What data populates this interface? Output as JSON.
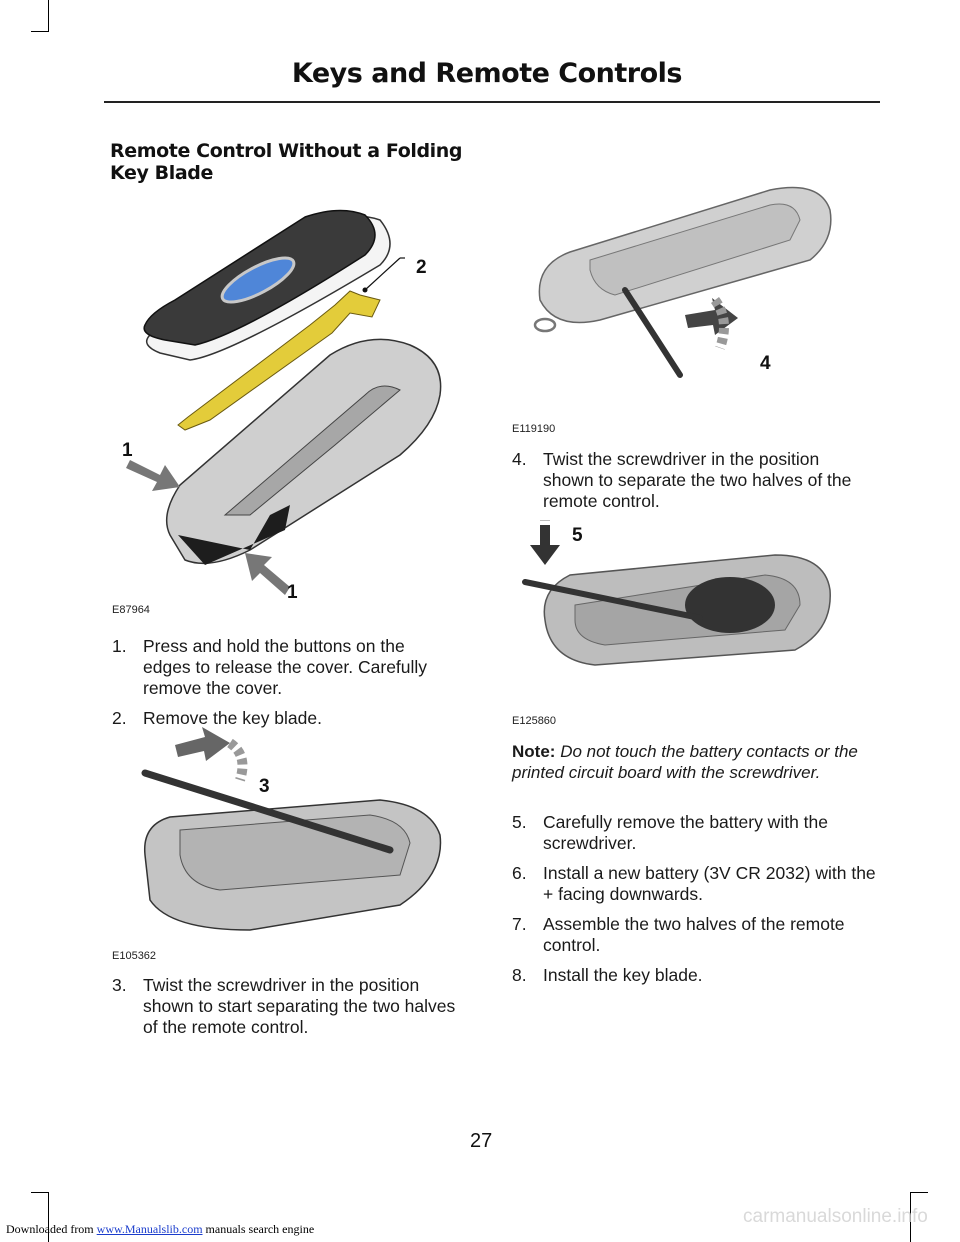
{
  "header": {
    "title": "Keys and Remote Controls"
  },
  "section": {
    "title": "Remote Control Without a Folding Key Blade"
  },
  "figures": {
    "fig1": {
      "code": "E87964",
      "callouts": [
        "2",
        "1",
        "1"
      ]
    },
    "fig2": {
      "code": "E105362",
      "callout": "3"
    },
    "fig3": {
      "code": "E119190",
      "callout": "4"
    },
    "fig4": {
      "code": "E125860",
      "callout": "5"
    }
  },
  "steps": [
    {
      "num": "1.",
      "text": "Press and hold the buttons on the edges to release the cover. Carefully remove the cover."
    },
    {
      "num": "2.",
      "text": "Remove the key blade."
    },
    {
      "num": "3.",
      "text": "Twist the screwdriver in the position shown to start separating the two halves of the remote control."
    },
    {
      "num": "4.",
      "text": "Twist the screwdriver in the position shown to separate the two halves of the remote control."
    },
    {
      "num": "5.",
      "text": "Carefully remove the battery with the screwdriver."
    },
    {
      "num": "6.",
      "text": "Install a new battery (3V CR 2032) with the + facing downwards."
    },
    {
      "num": "7.",
      "text": "Assemble the two halves of the remote control."
    },
    {
      "num": "8.",
      "text": "Install the key blade."
    }
  ],
  "note": {
    "label": "Note:",
    "text": "Do not touch the battery contacts or the printed circuit board with the screwdriver."
  },
  "page": {
    "number": "27"
  },
  "footer": {
    "prefix": "Downloaded from ",
    "link": "www.Manualslib.com",
    "suffix": " manuals search engine",
    "watermark": "carmanualsonline.info"
  },
  "colors": {
    "key_blade": "#e3cc3a",
    "ford_oval": "#4f86d8",
    "body_grey": "#c9c9c9"
  }
}
